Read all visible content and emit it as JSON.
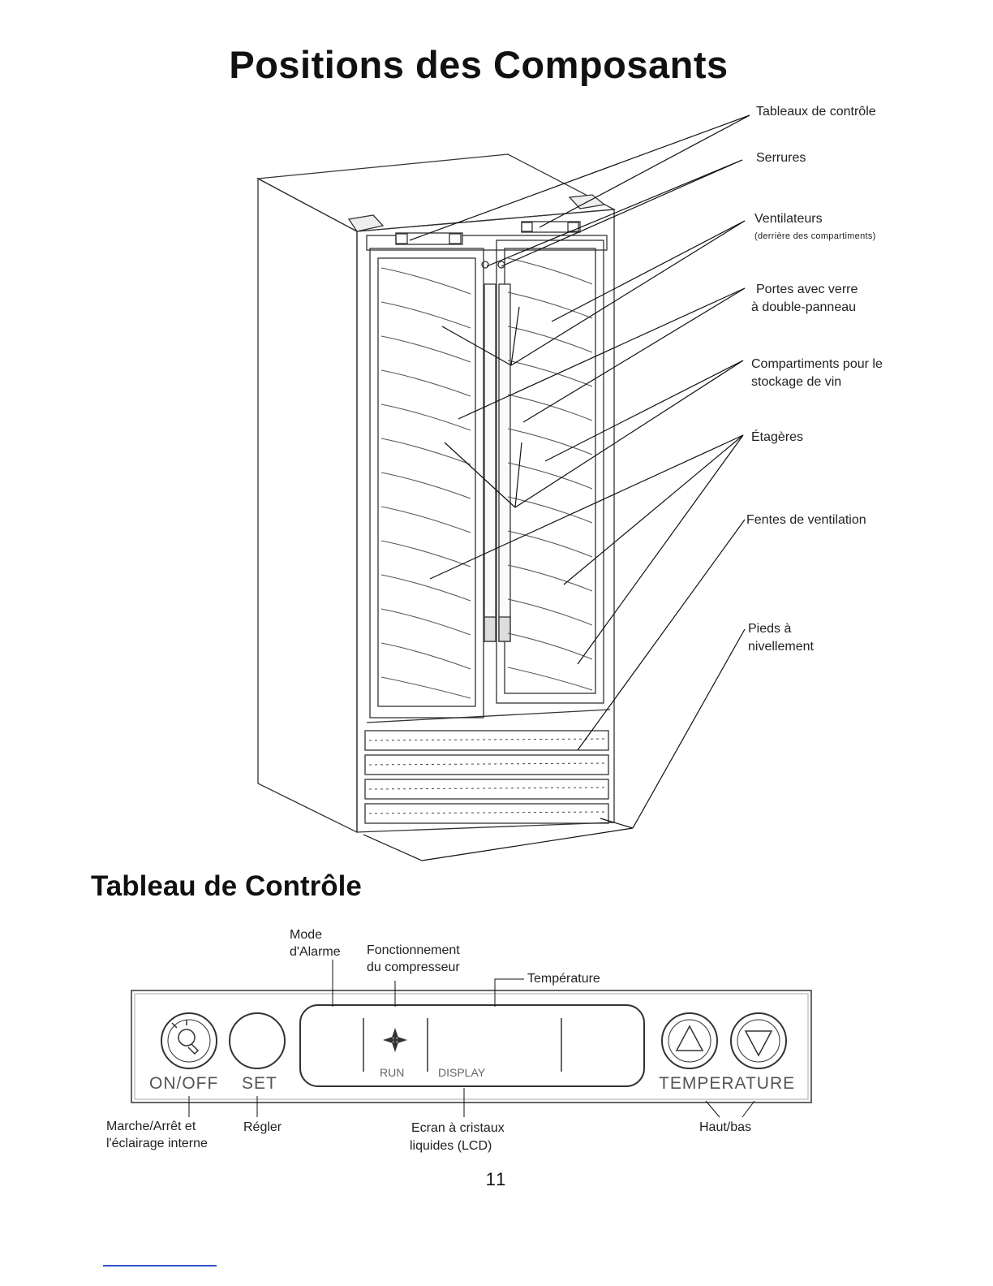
{
  "titles": {
    "main": "Positions des Composants",
    "control_panel": "Tableau de Contrôle"
  },
  "component_labels": {
    "control_panels": "Tableaux de contrôle",
    "locks": "Serrures",
    "fans": "Ventilateurs",
    "fans_note": "(derrière des compartiments)",
    "glass_doors_line1": "Portes avec verre",
    "glass_doors_line2": "à double-panneau",
    "storage_line1": "Compartiments pour le",
    "storage_line2": "stockage de vin",
    "shelves": "Étagères",
    "vents": "Fentes de ventilation",
    "feet_line1": "Pieds à",
    "feet_line2": "nivellement"
  },
  "panel_labels": {
    "alarm_line1": "Mode",
    "alarm_line2": "d'Alarme",
    "compressor_line1": "Fonctionnement",
    "compressor_line2": "du compresseur",
    "temperature": "Température",
    "onoff_line1": "Marche/Arrêt et",
    "onoff_line2": "l'éclairage interne",
    "set": "Régler",
    "lcd_line1": "Ecran à cristaux",
    "lcd_line2": "liquides (LCD)",
    "updown": "Haut/bas"
  },
  "panel_print": {
    "onoff": "ON/OFF",
    "set": "SET",
    "run": "RUN",
    "display": "DISPLAY",
    "temperature": "TEMPERATURE"
  },
  "page_number": "11",
  "icons": [
    "light-bulb-icon",
    "fan-icon",
    "arrow-up-icon",
    "arrow-down-icon"
  ]
}
